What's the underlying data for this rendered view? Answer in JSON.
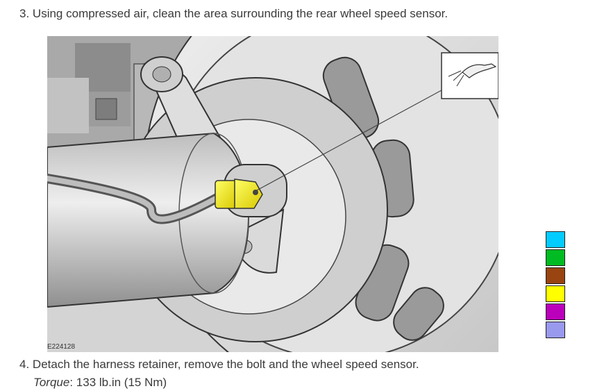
{
  "steps": [
    {
      "number": "3.",
      "text": "Using compressed air, clean the area surrounding the rear wheel speed sensor."
    },
    {
      "number": "4.",
      "text": "Detach the harness retainer, remove the bolt and the wheel speed sensor."
    }
  ],
  "torque": {
    "label": "Torque",
    "sep": ":",
    "value": "133 lb.in (15 Nm)"
  },
  "figure": {
    "id": "E224128"
  },
  "palette": [
    "#00ccff",
    "#00bb22",
    "#994411",
    "#ffff00",
    "#bb00bb",
    "#9999ee"
  ]
}
